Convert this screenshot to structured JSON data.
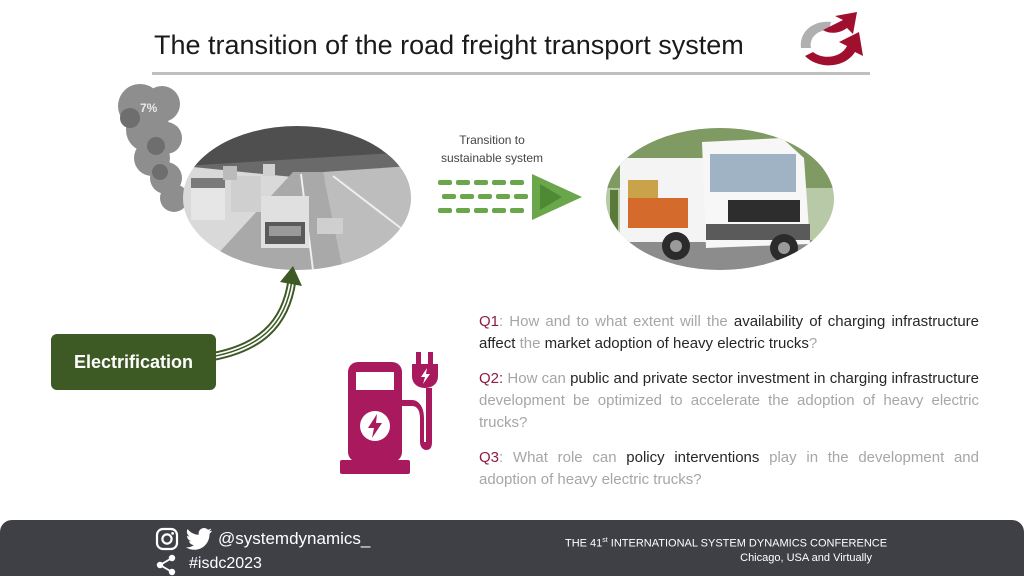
{
  "slide": {
    "title": "The transition of the road freight transport system"
  },
  "emissions": {
    "percent_label": "7%"
  },
  "transition": {
    "label_line1": "Transition to",
    "label_line2": "sustainable system"
  },
  "electrification": {
    "label": "Electrification"
  },
  "questions": [
    {
      "id": "Q1",
      "segments": [
        {
          "text": "Q1",
          "style": "k"
        },
        {
          "text": ": How and to what extent will the ",
          "style": "g"
        },
        {
          "text": "availability of charging infrastructure affect",
          "style": "h"
        },
        {
          "text": " the ",
          "style": "g"
        },
        {
          "text": "market adoption of heavy electric trucks",
          "style": "h"
        },
        {
          "text": "?",
          "style": "g"
        }
      ]
    },
    {
      "id": "Q2",
      "segments": [
        {
          "text": "Q2:",
          "style": "k"
        },
        {
          "text": " How can ",
          "style": "g"
        },
        {
          "text": "public and private sector investment in charging infrastructure",
          "style": "h"
        },
        {
          "text": " development be optimized to accelerate the adoption of heavy electric trucks?",
          "style": "g"
        }
      ]
    },
    {
      "id": "Q3",
      "segments": [
        {
          "text": "Q3",
          "style": "k"
        },
        {
          "text": ": What role can ",
          "style": "g"
        },
        {
          "text": "policy interventions",
          "style": "h"
        },
        {
          "text": " play in the development and adoption of heavy electric trucks?",
          "style": "g"
        }
      ]
    }
  ],
  "footer": {
    "social_handle": "@systemdynamics_",
    "hashtag": "#isdc2023",
    "conference_prefix": "THE 41",
    "conference_ordinal": "st",
    "conference_rest": " INTERNATIONAL SYSTEM DYNAMICS CONFERENCE",
    "location": "Chicago, USA and Virtually",
    "icons": [
      "instagram-icon",
      "twitter-icon",
      "share-icon"
    ]
  },
  "colors": {
    "question_key": "#8c1d3f",
    "highlight": "#262626",
    "muted": "#a6a6a6",
    "electrification_bg": "#3d5a25",
    "charger": "#a8195e",
    "footer_bg": "#3e4046"
  }
}
